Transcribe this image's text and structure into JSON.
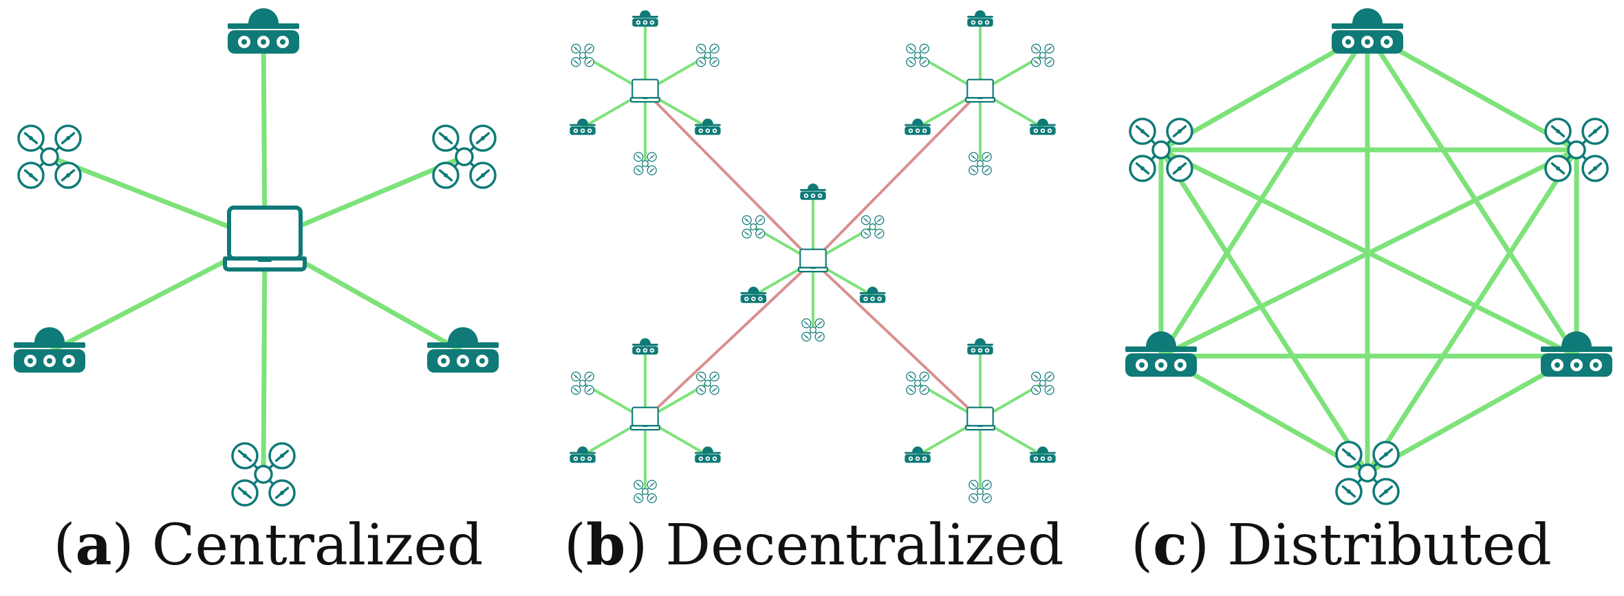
{
  "colors": {
    "primary": "#0f7a77",
    "primary_dark": "#0b6663",
    "link": "#7ee27a",
    "backbone": "#d98f8f",
    "background": "#ffffff"
  },
  "icons": [
    "laptop-icon",
    "drone-icon",
    "ground-robot-icon"
  ],
  "panels": [
    {
      "letter": "a",
      "title": "Centralized"
    },
    {
      "letter": "b",
      "title": "Decentralized"
    },
    {
      "letter": "c",
      "title": "Distributed"
    }
  ]
}
